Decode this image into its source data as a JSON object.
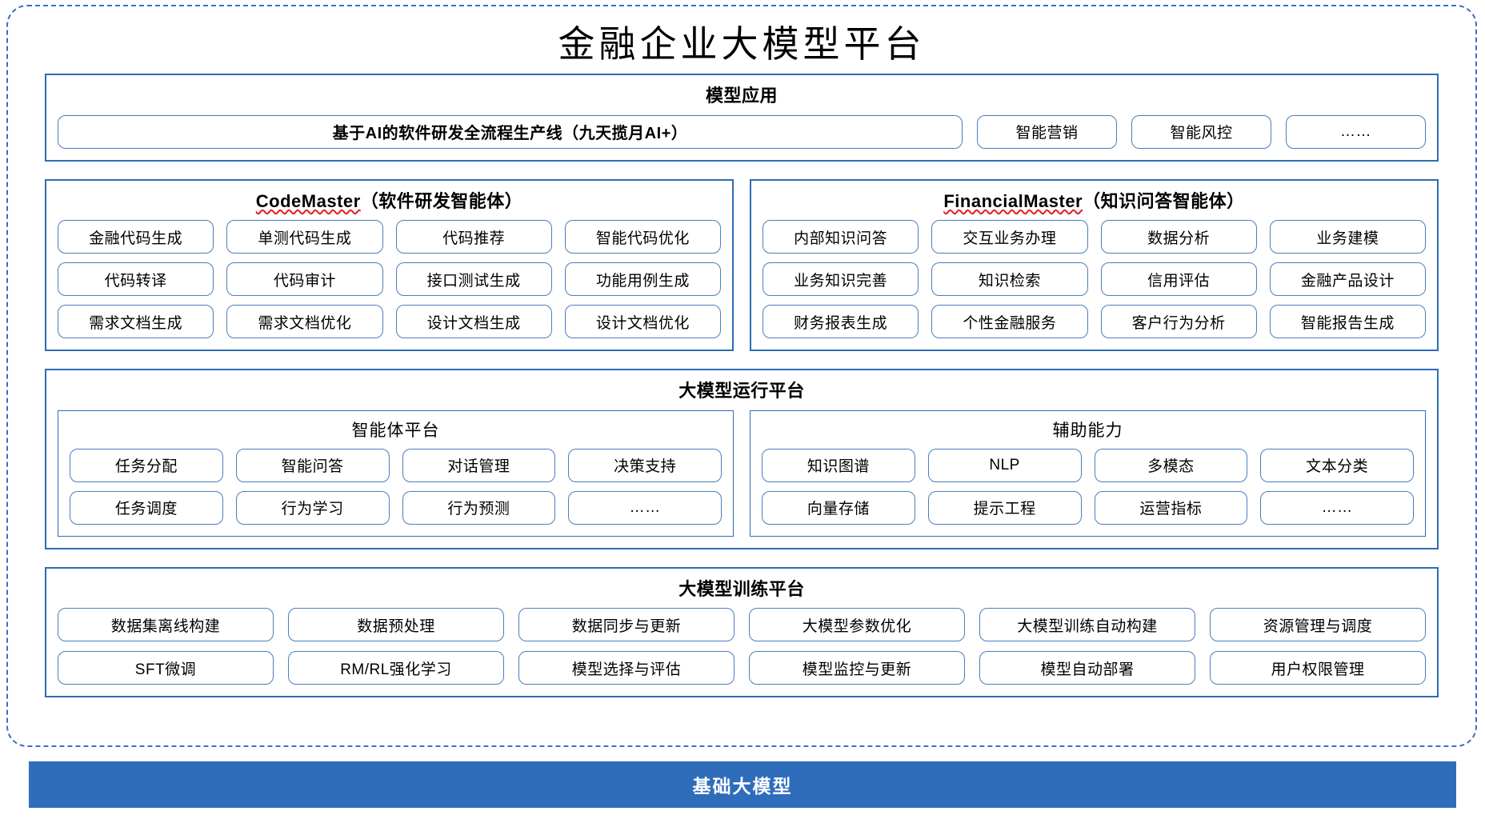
{
  "diagram": {
    "title": "金融企业大模型平台",
    "accent_color": "#2E6CB5",
    "base_bar_color": "#2F6DBB",
    "pill_border_color": "#4A7EBB",
    "frame_border_color": "#3A6FC4"
  },
  "model_application": {
    "title": "模型应用",
    "hero": "基于AI的软件研发全流程生产线（九天揽月AI+）",
    "items": [
      "智能营销",
      "智能风控",
      "……"
    ]
  },
  "code_master": {
    "name": "CodeMaster",
    "subtitle": "（软件研发智能体）",
    "items": [
      "金融代码生成",
      "单测代码生成",
      "代码推荐",
      "智能代码优化",
      "代码转译",
      "代码审计",
      "接口测试生成",
      "功能用例生成",
      "需求文档生成",
      "需求文档优化",
      "设计文档生成",
      "设计文档优化"
    ]
  },
  "financial_master": {
    "name": "FinancialMaster",
    "subtitle": "（知识问答智能体）",
    "items": [
      "内部知识问答",
      "交互业务办理",
      "数据分析",
      "业务建模",
      "业务知识完善",
      "知识检索",
      "信用评估",
      "金融产品设计",
      "财务报表生成",
      "个性金融服务",
      "客户行为分析",
      "智能报告生成"
    ]
  },
  "runtime_platform": {
    "title": "大模型运行平台",
    "agent_platform": {
      "title": "智能体平台",
      "items": [
        "任务分配",
        "智能问答",
        "对话管理",
        "决策支持",
        "任务调度",
        "行为学习",
        "行为预测",
        "……"
      ]
    },
    "auxiliary": {
      "title": "辅助能力",
      "items": [
        "知识图谱",
        "NLP",
        "多模态",
        "文本分类",
        "向量存储",
        "提示工程",
        "运营指标",
        "……"
      ]
    }
  },
  "training_platform": {
    "title": "大模型训练平台",
    "items": [
      "数据集离线构建",
      "数据预处理",
      "数据同步与更新",
      "大模型参数优化",
      "大模型训练自动构建",
      "资源管理与调度",
      "SFT微调",
      "RM/RL强化学习",
      "模型选择与评估",
      "模型监控与更新",
      "模型自动部署",
      "用户权限管理"
    ]
  },
  "base_model": {
    "label": "基础大模型"
  }
}
